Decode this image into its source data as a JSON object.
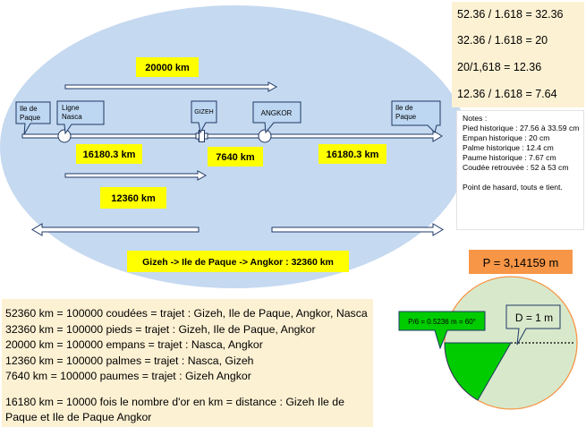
{
  "ratios": [
    "52.36 / 1.618 = 32.36",
    "32.36 / 1.618 = 20",
    "20/1,618 = 12.36",
    "12.36 / 1.618 = 7.64"
  ],
  "notes": {
    "title": "Notes :",
    "lines": [
      "Pied  historique : 27.56 à 33.59 cm",
      "Empan historique : 20 cm",
      "Palme historique : 12.4 cm",
      "Paume historique : 7.67 cm",
      "Coudée retrouvée : 52 à 53 cm"
    ],
    "footer": "Point de hasard, touts e tient."
  },
  "places": {
    "ile_de_paque_left": [
      "Ile de",
      "Paque"
    ],
    "ligne_nasca": [
      "Ligne",
      "Nasca"
    ],
    "gizeh": "GIZEH",
    "angkor": "ANGKOR",
    "ile_de_paque_right": [
      "Ile de",
      "Paque"
    ]
  },
  "distances": {
    "top": "20000 km",
    "left_segment": "16180.3 km",
    "middle_segment": "7640 km",
    "right_segment": "16180.3 km",
    "lower": "12360 km",
    "route": "Gizeh -> Ile de Paque -> Angkor : 32360 km"
  },
  "summary_lines": [
    "52360 km = 100000 coudées = trajet : Gizeh, Ile de Paque, Angkor, Nasca",
    "32360 km = 100000 pieds = trajet : Gizeh, Ile de Paque, Angkor",
    "20000 km = 100000 empans = trajet : Nasca, Angkor",
    "12360 km = 100000 palmes = trajet : Nasca, Gizeh",
    "7640 km = 100000 paumes = trajet : Gizeh Angkor"
  ],
  "summary_footer": "16180 km = 10000 fois le nombre d'or en km = distance : Gizeh Ile de Paque et Ile de Paque Angkor",
  "circle": {
    "pi_label": "P = 3,14159 m",
    "diameter_label": "D = 1 m",
    "slice_label": "P/6 = 0.5236 m = 60°"
  },
  "colors": {
    "globe": "#c5d9f0",
    "label_yellow": "#ffff00",
    "callout_blue": "#bdd7f2",
    "circle_fill": "#d8e9cb",
    "slice_green": "#00cc00",
    "pi_orange": "#f79646",
    "cream": "#fdf1d3"
  }
}
